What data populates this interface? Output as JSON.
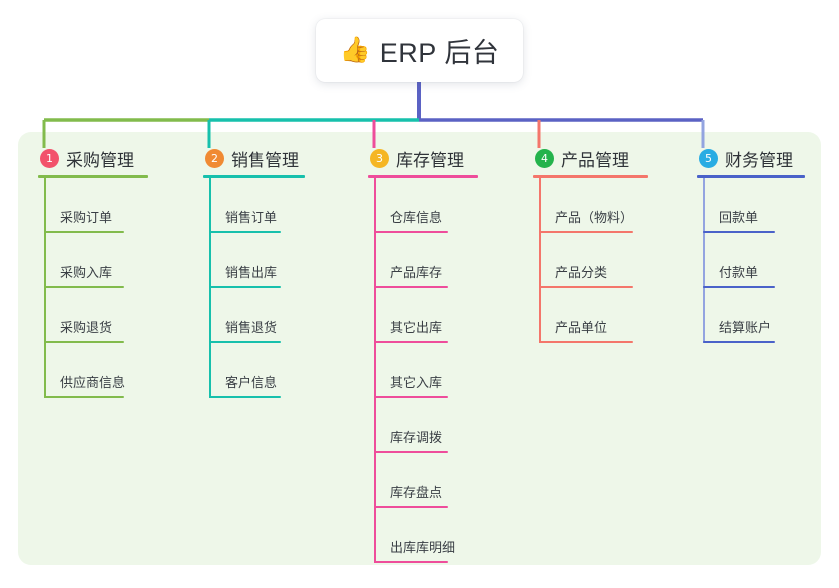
{
  "root": {
    "icon": "thumbs-up-icon",
    "icon_glyph": "👍",
    "title": "ERP 后台"
  },
  "palette": {
    "panel_bg": "#eef7e9",
    "page_bg": "#ffffff",
    "text": "#2f3338",
    "root_connector": "#5b62c4"
  },
  "columns": [
    {
      "index": "1",
      "title": "采购管理",
      "badge_color": "#f2526b",
      "line_color": "#82bb4c",
      "trunk_color": "#82bb4c",
      "items": [
        {
          "label": "采购订单"
        },
        {
          "label": "采购入库"
        },
        {
          "label": "采购退货"
        },
        {
          "label": "供应商信息"
        }
      ]
    },
    {
      "index": "2",
      "title": "销售管理",
      "badge_color": "#f08a33",
      "line_color": "#17c0ac",
      "trunk_color": "#17c0ac",
      "items": [
        {
          "label": "销售订单"
        },
        {
          "label": "销售出库"
        },
        {
          "label": "销售退货"
        },
        {
          "label": "客户信息"
        }
      ]
    },
    {
      "index": "3",
      "title": "库存管理",
      "badge_color": "#f5b624",
      "line_color": "#ee4d9b",
      "trunk_color": "#ee4d9b",
      "items": [
        {
          "label": "仓库信息"
        },
        {
          "label": "产品库存"
        },
        {
          "label": "其它出库"
        },
        {
          "label": "其它入库"
        },
        {
          "label": "库存调拨"
        },
        {
          "label": "库存盘点"
        },
        {
          "label": "出库库明细"
        }
      ]
    },
    {
      "index": "4",
      "title": "产品管理",
      "badge_color": "#24b34c",
      "line_color": "#f4766b",
      "trunk_color": "#f4766b",
      "items": [
        {
          "label": "产品（物料）"
        },
        {
          "label": "产品分类"
        },
        {
          "label": "产品单位"
        }
      ]
    },
    {
      "index": "5",
      "title": "财务管理",
      "badge_color": "#29ace3",
      "line_color": "#4a62c9",
      "trunk_color": "#93a4e0",
      "items": [
        {
          "label": "回款单"
        },
        {
          "label": "付款单"
        },
        {
          "label": "结算账户"
        }
      ]
    }
  ]
}
